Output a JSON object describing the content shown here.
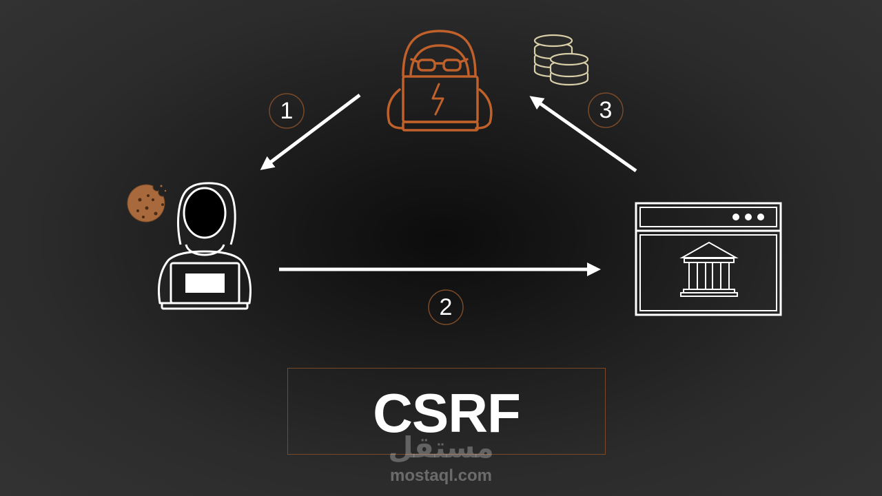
{
  "diagram": {
    "title": "CSRF",
    "steps": [
      {
        "label": "1"
      },
      {
        "label": "2"
      },
      {
        "label": "3"
      }
    ],
    "nodes": {
      "attacker": {
        "icon": "hooded-hacker-laptop-icon"
      },
      "victim": {
        "icon": "user-laptop-icon",
        "badge_icon": "cookie-icon"
      },
      "bank": {
        "icon": "browser-bank-icon"
      },
      "loot": {
        "icon": "coin-stacks-icon"
      }
    },
    "colors": {
      "accent": "#c0602a",
      "stroke": "#ffffff",
      "cookie": "#a86a3c",
      "coins": "#d8cfa8"
    }
  },
  "watermark": {
    "arabic": "مستقل",
    "latin": "mostaql.com"
  }
}
